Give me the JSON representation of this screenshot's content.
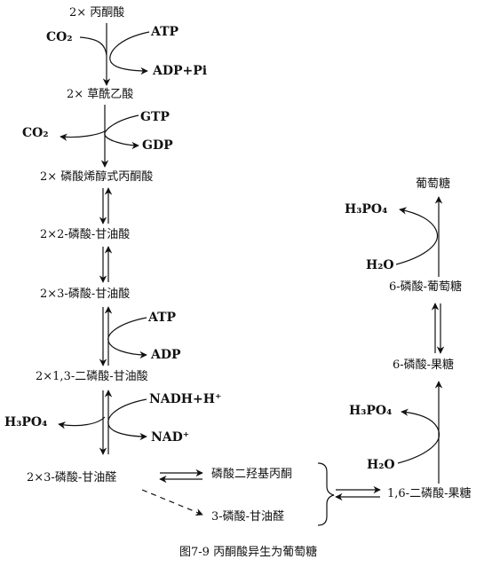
{
  "left_pathway": {
    "pyruvate": "2× 丙酮酸",
    "oxaloacetate": "2× 草酰乙酸",
    "pep": "2× 磷酸烯醇式丙酮酸",
    "pg2": "2×2-磷酸-甘油酸",
    "pg3": "2×3-磷酸-甘油酸",
    "bpg": "2×1,3-二磷酸-甘油酸",
    "gap": "2×3-磷酸-甘油醛"
  },
  "cofactors": {
    "co2_in": "CO₂",
    "atp_1": "ATP",
    "adp_pi": "ADP+Pi",
    "gtp": "GTP",
    "co2_out": "CO₂",
    "gdp": "GDP",
    "atp_2": "ATP",
    "adp": "ADP",
    "nadh": "NADH+H⁺",
    "h3po4_1": "H₃PO₄",
    "nad": "NAD⁺"
  },
  "triose": {
    "dhap": "磷酸二羟基丙酮",
    "gap_single": "3-磷酸-甘油醛"
  },
  "right_pathway": {
    "glucose": "葡萄糖",
    "h3po4_top": "H₃PO₄",
    "h2o_top": "H₂O",
    "g6p": "6-磷酸-葡萄糖",
    "f6p": "6-磷酸-果糖",
    "h3po4_bottom": "H₃PO₄",
    "h2o_bottom": "H₂O",
    "fbp": "1,6-二磷酸-果糖"
  },
  "caption": "图7-9  丙酮酸异生为葡萄糖"
}
